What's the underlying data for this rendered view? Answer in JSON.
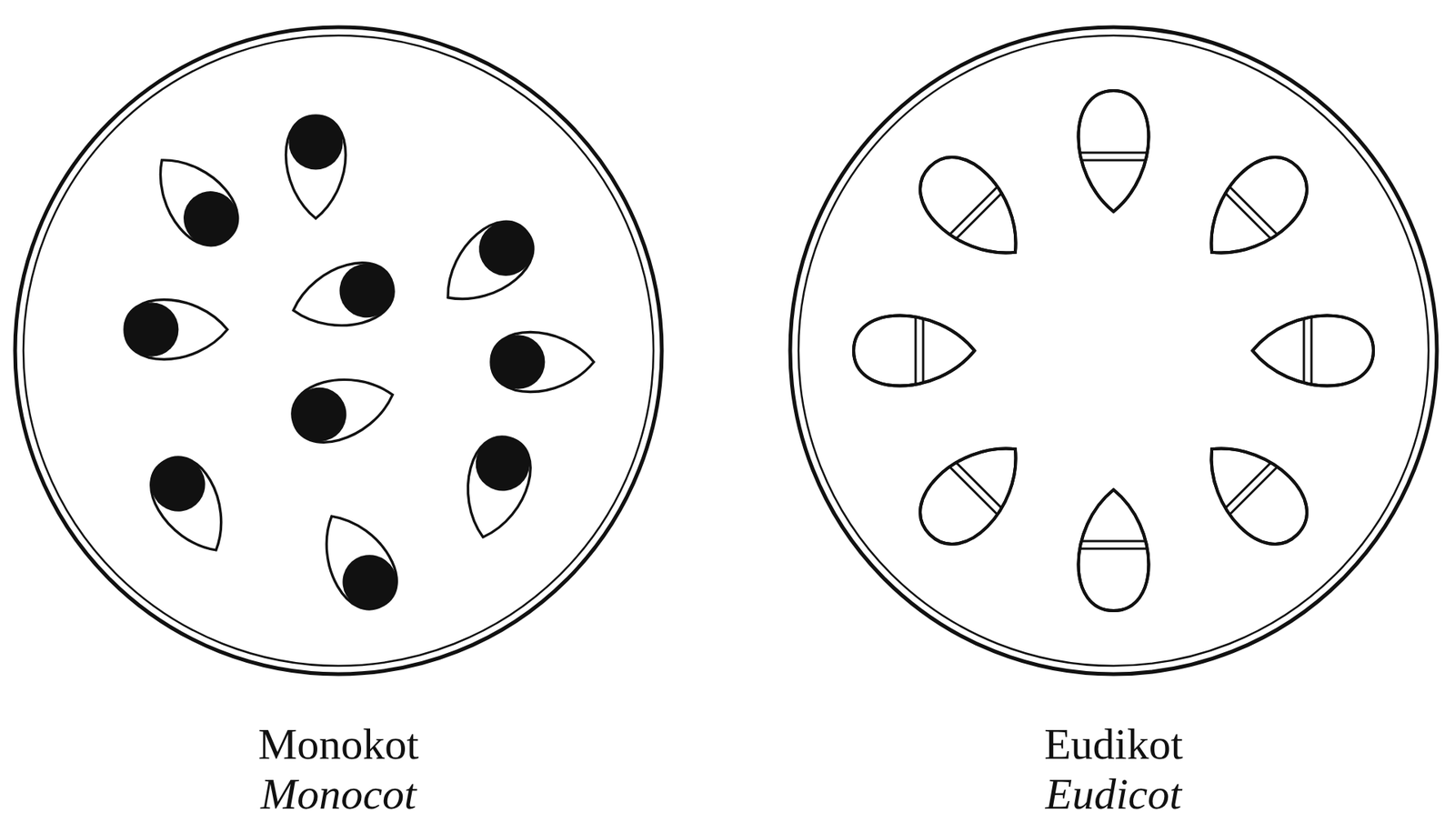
{
  "diagram": {
    "labels": [
      "Monokot",
      "Monocot",
      "Eudikot",
      "Eudicot"
    ]
  }
}
